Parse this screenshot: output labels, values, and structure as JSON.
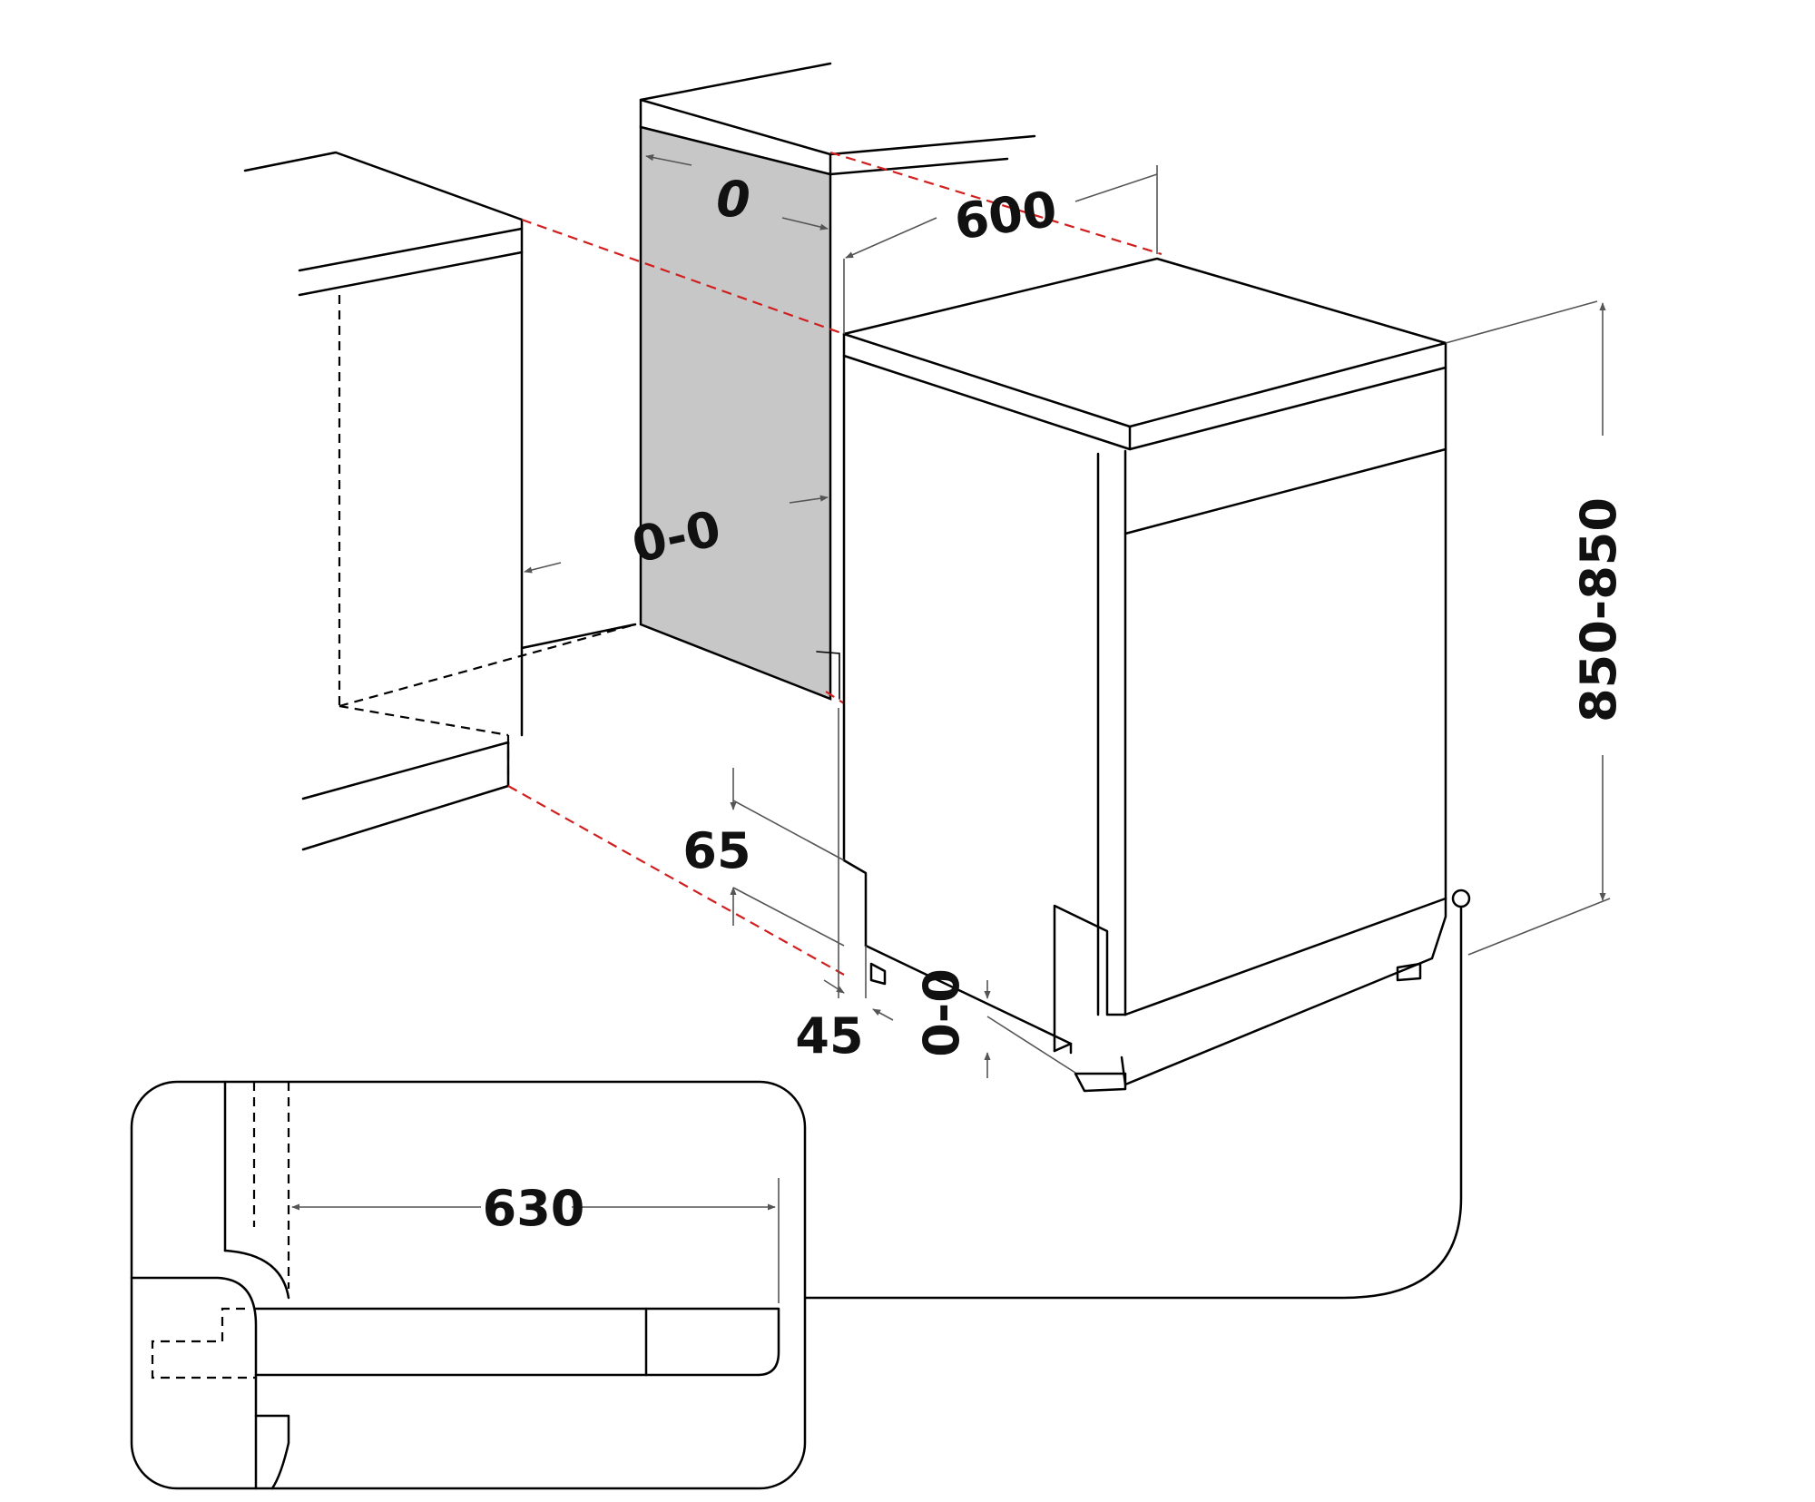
{
  "dimensions": {
    "niche_depth": "0",
    "niche_side": "0-0",
    "width": "600",
    "height": "850-850",
    "plinth_height": "65",
    "plinth_depth": "45",
    "foot_adjust": "0-0",
    "detail_depth": "630"
  },
  "colors": {
    "panel_fill": "#c7c7c7",
    "red_guide": "#d11f1f",
    "line": "#000000"
  }
}
